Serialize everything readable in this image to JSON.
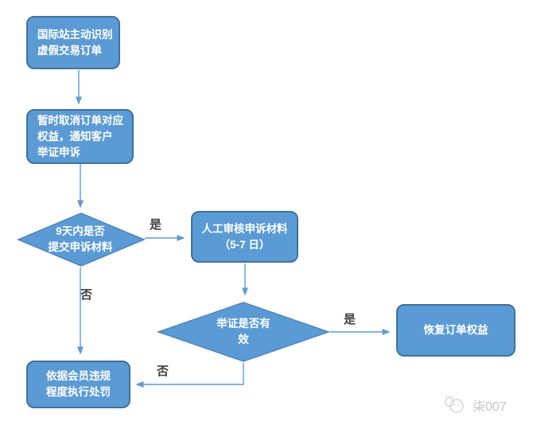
{
  "colors": {
    "shape_fill": "#5b9bd5",
    "shape_border": "#41719c",
    "arrow": "#5b9bd5",
    "edge_label_text": "#3f3f3f",
    "node_text": "#ffffff",
    "watermark_text": "#c6c6c6",
    "background": "#ffffff"
  },
  "nodes": {
    "identify": {
      "text": "国际站主动识别\n虚假交易订单"
    },
    "cancel": {
      "text": "暂时取消订单对应\n权益，通知客户\n举证申诉"
    },
    "submit_decision": {
      "text": "9天内是否\n提交申诉材料"
    },
    "review": {
      "text": "人工审核申诉材料\n（5-7 日）"
    },
    "evidence_decision": {
      "text": "举证是否有\n效"
    },
    "restore": {
      "text": "恢复订单权益"
    },
    "punish": {
      "text": "依据会员违规\n程度执行处罚"
    }
  },
  "edge_labels": {
    "submit_yes": "是",
    "submit_no": "否",
    "evidence_yes": "是",
    "evidence_no": "否"
  },
  "watermark": {
    "text": "柒007",
    "icon": "cat-doodle-icon"
  }
}
